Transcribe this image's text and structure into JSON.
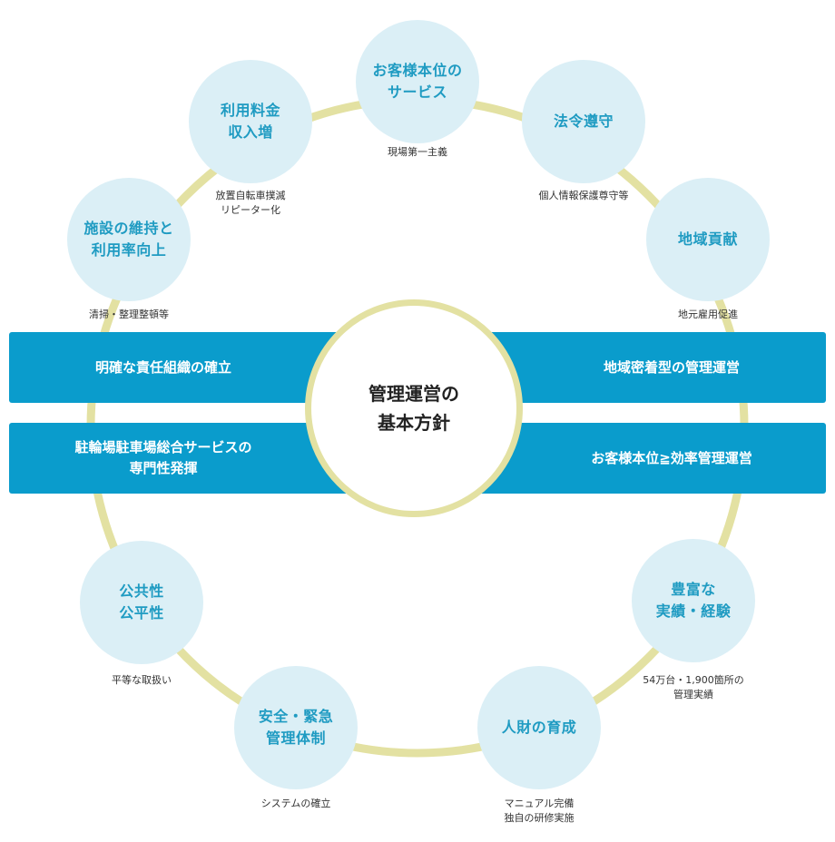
{
  "center": {
    "title": "管理運営の\n基本方針"
  },
  "bands": {
    "left": [
      "明確な責任組織の確立",
      "駐輪場駐車場総合サービスの\n専門性発揮"
    ],
    "right": [
      "地域密着型の管理運営",
      "お客様本位≧効率管理運営"
    ]
  },
  "nodes": [
    {
      "label": "お客様本位の\nサービス",
      "note": "現場第一主義"
    },
    {
      "label": "法令遵守",
      "note": "個人情報保護尊守等"
    },
    {
      "label": "地域貢献",
      "note": "地元雇用促進"
    },
    {
      "label": "豊富な\n実績・経験",
      "note": "54万台・1,900箇所の\n管理実績"
    },
    {
      "label": "人財の育成",
      "note": "マニュアル完備\n独自の研修実施"
    },
    {
      "label": "安全・緊急\n管理体制",
      "note": "システムの確立"
    },
    {
      "label": "公共性\n公平性",
      "note": "平等な取扱い"
    },
    {
      "label": "施設の維持と\n利用率向上",
      "note": "清掃・整理整頓等"
    },
    {
      "label": "利用料金\n収入増",
      "note": "放置自転車撲滅\nリピーター化"
    }
  ],
  "colors": {
    "ring": "#e3e1a2",
    "node_fill": "#dbeff6",
    "node_text": "#1f9bc2",
    "band": "#0a9ccc"
  }
}
